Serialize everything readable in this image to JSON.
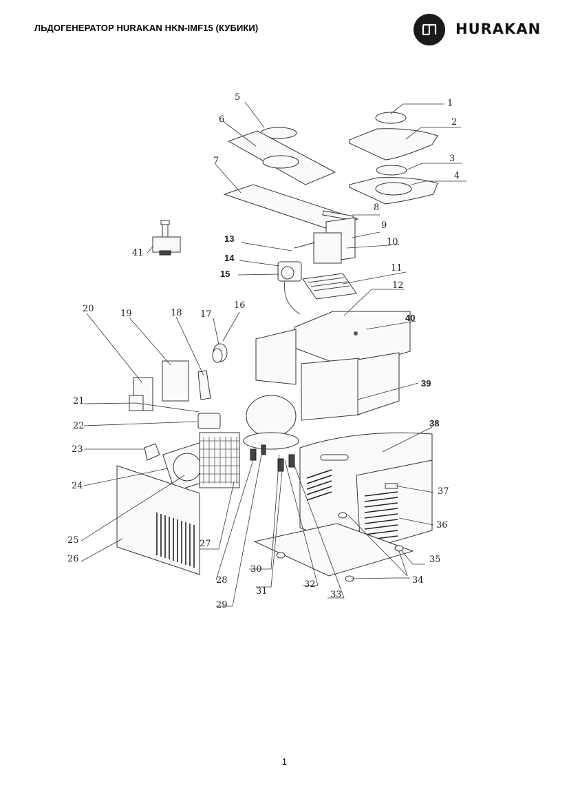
{
  "header": {
    "title": "ЛЬДОГЕНЕРАТОР HURAKAN HKN-IMF15 (КУБИКИ)",
    "brand_name": "HURAKAN",
    "brand_color": "#1a1a1a",
    "logo_icon": "hurakan-logo-icon"
  },
  "diagram": {
    "labels": [
      "1",
      "2",
      "3",
      "4",
      "5",
      "6",
      "7",
      "8",
      "9",
      "10",
      "11",
      "12",
      "13",
      "14",
      "15",
      "16",
      "17",
      "18",
      "19",
      "20",
      "21",
      "22",
      "23",
      "24",
      "25",
      "26",
      "27",
      "28",
      "29",
      "30",
      "31",
      "32",
      "33",
      "34",
      "35",
      "36",
      "37",
      "38",
      "39",
      "40",
      "41"
    ]
  },
  "footer": {
    "page_number": "1"
  }
}
